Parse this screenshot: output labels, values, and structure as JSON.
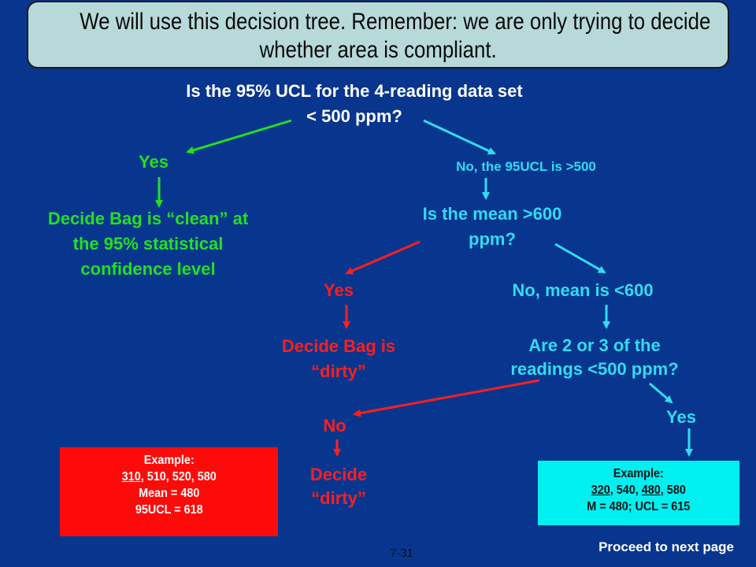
{
  "title": {
    "line1": "We will use this decision tree. Remember: we are only trying to decide",
    "line2": "whether area is compliant."
  },
  "root_question": {
    "line1": "Is the 95% UCL for the 4-reading data set",
    "line2": "< 500 ppm?"
  },
  "branch_yes_1": "Yes",
  "decision_clean": {
    "line1": "Decide Bag is “clean” at",
    "line2": "the 95% statistical",
    "line3": "confidence level"
  },
  "branch_no_1": "No, the 95UCL is >500",
  "question_mean": {
    "line1": "Is the mean >600",
    "line2": "ppm?"
  },
  "branch_yes_2": "Yes",
  "decision_dirty_1": {
    "line1": "Decide Bag is",
    "line2": "“dirty”"
  },
  "branch_no_2": "No, mean is <600",
  "question_readings": {
    "line1": "Are 2 or 3 of the",
    "line2": "readings <500 ppm?"
  },
  "branch_no_3": "No",
  "decision_dirty_2": {
    "line1": "Decide",
    "line2": "“dirty”"
  },
  "branch_yes_3": "Yes",
  "example_red": {
    "heading": "Example:",
    "first_value": "310",
    "rest_values": ", 510, 520, 580",
    "mean": "Mean = 480",
    "ucl": "95UCL = 618"
  },
  "example_cyan": {
    "heading": "Example:",
    "v1": "320",
    "sep1": ", 540, ",
    "v3": "480",
    "sep2": ", 580",
    "summary": "M = 480; UCL = 615"
  },
  "page_number": "7-31",
  "footer_note": "Proceed to next page",
  "colors": {
    "background": "#08368f",
    "title_box": "#b7d9d9",
    "green": "#22e022",
    "red": "#ff1e1e",
    "cyan": "#33dbf0",
    "red_box": "#ff0a0a",
    "cyan_box": "#00f0f0"
  }
}
